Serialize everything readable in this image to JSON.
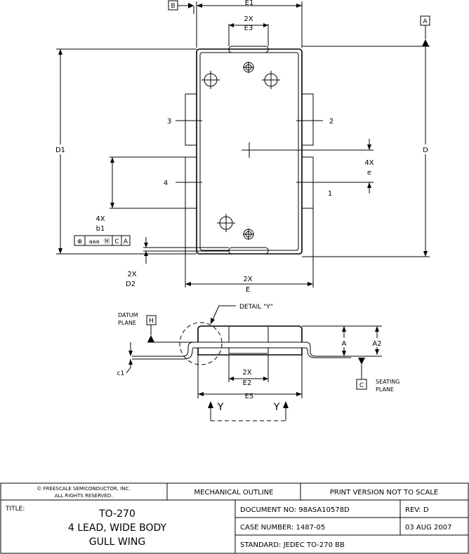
{
  "drawing": {
    "top_view": {
      "datum_b": "B",
      "datum_a": "A",
      "e1": "E1",
      "e3_count": "2X",
      "e3": "E3",
      "d1": "D1",
      "d": "D",
      "pin3": "3",
      "pin2": "2",
      "pin4": "4",
      "pin1": "1",
      "e_pitch_count": "4X",
      "e_pitch": "e",
      "b1_count": "4X",
      "b1": "b1",
      "fcf": [
        "⊕",
        "aaa",
        "Ⓜ",
        "C",
        "A"
      ],
      "d2_count": "2X",
      "d2": "D2",
      "e_count": "2X",
      "e": "E"
    },
    "side_view": {
      "detail_y": "DETAIL \"Y\"",
      "datum_plane_1": "DATUM",
      "datum_plane_2": "PLANE",
      "datum_h": "H",
      "a": "A",
      "a2": "A2",
      "c1": "c1",
      "e2_count": "2X",
      "e2": "E2",
      "datum_c": "C",
      "seating_1": "SEATING",
      "seating_2": "PLANE",
      "e5": "E5",
      "y_left": "Y",
      "y_right": "Y"
    }
  },
  "title_block": {
    "copyright_1": "© FREESCALE SEMICONDUCTOR, INC.",
    "copyright_2": "ALL RIGHTS RESERVED.",
    "mechanical_outline": "MECHANICAL OUTLINE",
    "print_version": "PRINT VERSION NOT TO SCALE",
    "title_label": "TITLE:",
    "title_1": "TO-270",
    "title_2": "4 LEAD, WIDE BODY",
    "title_3": "GULL WING",
    "document_no": "DOCUMENT NO: 98ASA10578D",
    "rev": "REV: D",
    "case_number": "CASE NUMBER: 1487-05",
    "date": "03 AUG 2007",
    "standard": "STANDARD: JEDEC TO-270 BB"
  }
}
